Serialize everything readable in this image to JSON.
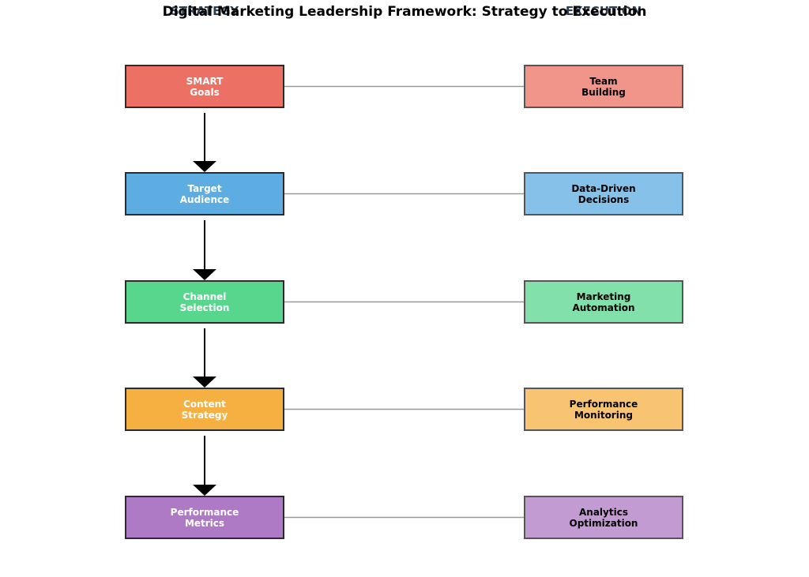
{
  "title": "Digital Marketing Leadership Framework: Strategy to Execution",
  "columns": {
    "strategy": "STRATEGY",
    "execution": "EXECUTION"
  },
  "strategy_nodes": [
    {
      "label": "SMART\nGoals",
      "color": "#ec7063"
    },
    {
      "label": "Target\nAudience",
      "color": "#5dade2"
    },
    {
      "label": "Channel\nSelection",
      "color": "#58d68d"
    },
    {
      "label": "Content\nStrategy",
      "color": "#f5b041"
    },
    {
      "label": "Performance\nMetrics",
      "color": "#af7ac5"
    }
  ],
  "execution_nodes": [
    {
      "label": "Team\nBuilding",
      "color": "#f1948a"
    },
    {
      "label": "Data-Driven\nDecisions",
      "color": "#85c1e9"
    },
    {
      "label": "Marketing\nAutomation",
      "color": "#82e0aa"
    },
    {
      "label": "Performance\nMonitoring",
      "color": "#f8c471"
    },
    {
      "label": "Analytics\nOptimization",
      "color": "#c39bd3"
    }
  ],
  "colors": {
    "vertical_arrow": "#000000",
    "horizontal_arrow": "#999999"
  }
}
